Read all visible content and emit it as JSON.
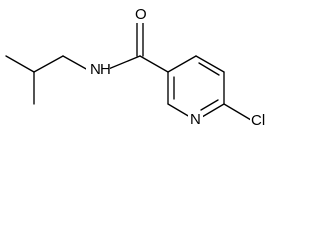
{
  "molecule": {
    "atoms": {
      "oxygen": "O",
      "nitrogen_amide": "N",
      "hydrogen_amide": "H",
      "nitrogen_ring": "N",
      "chlorine": "Cl"
    }
  }
}
